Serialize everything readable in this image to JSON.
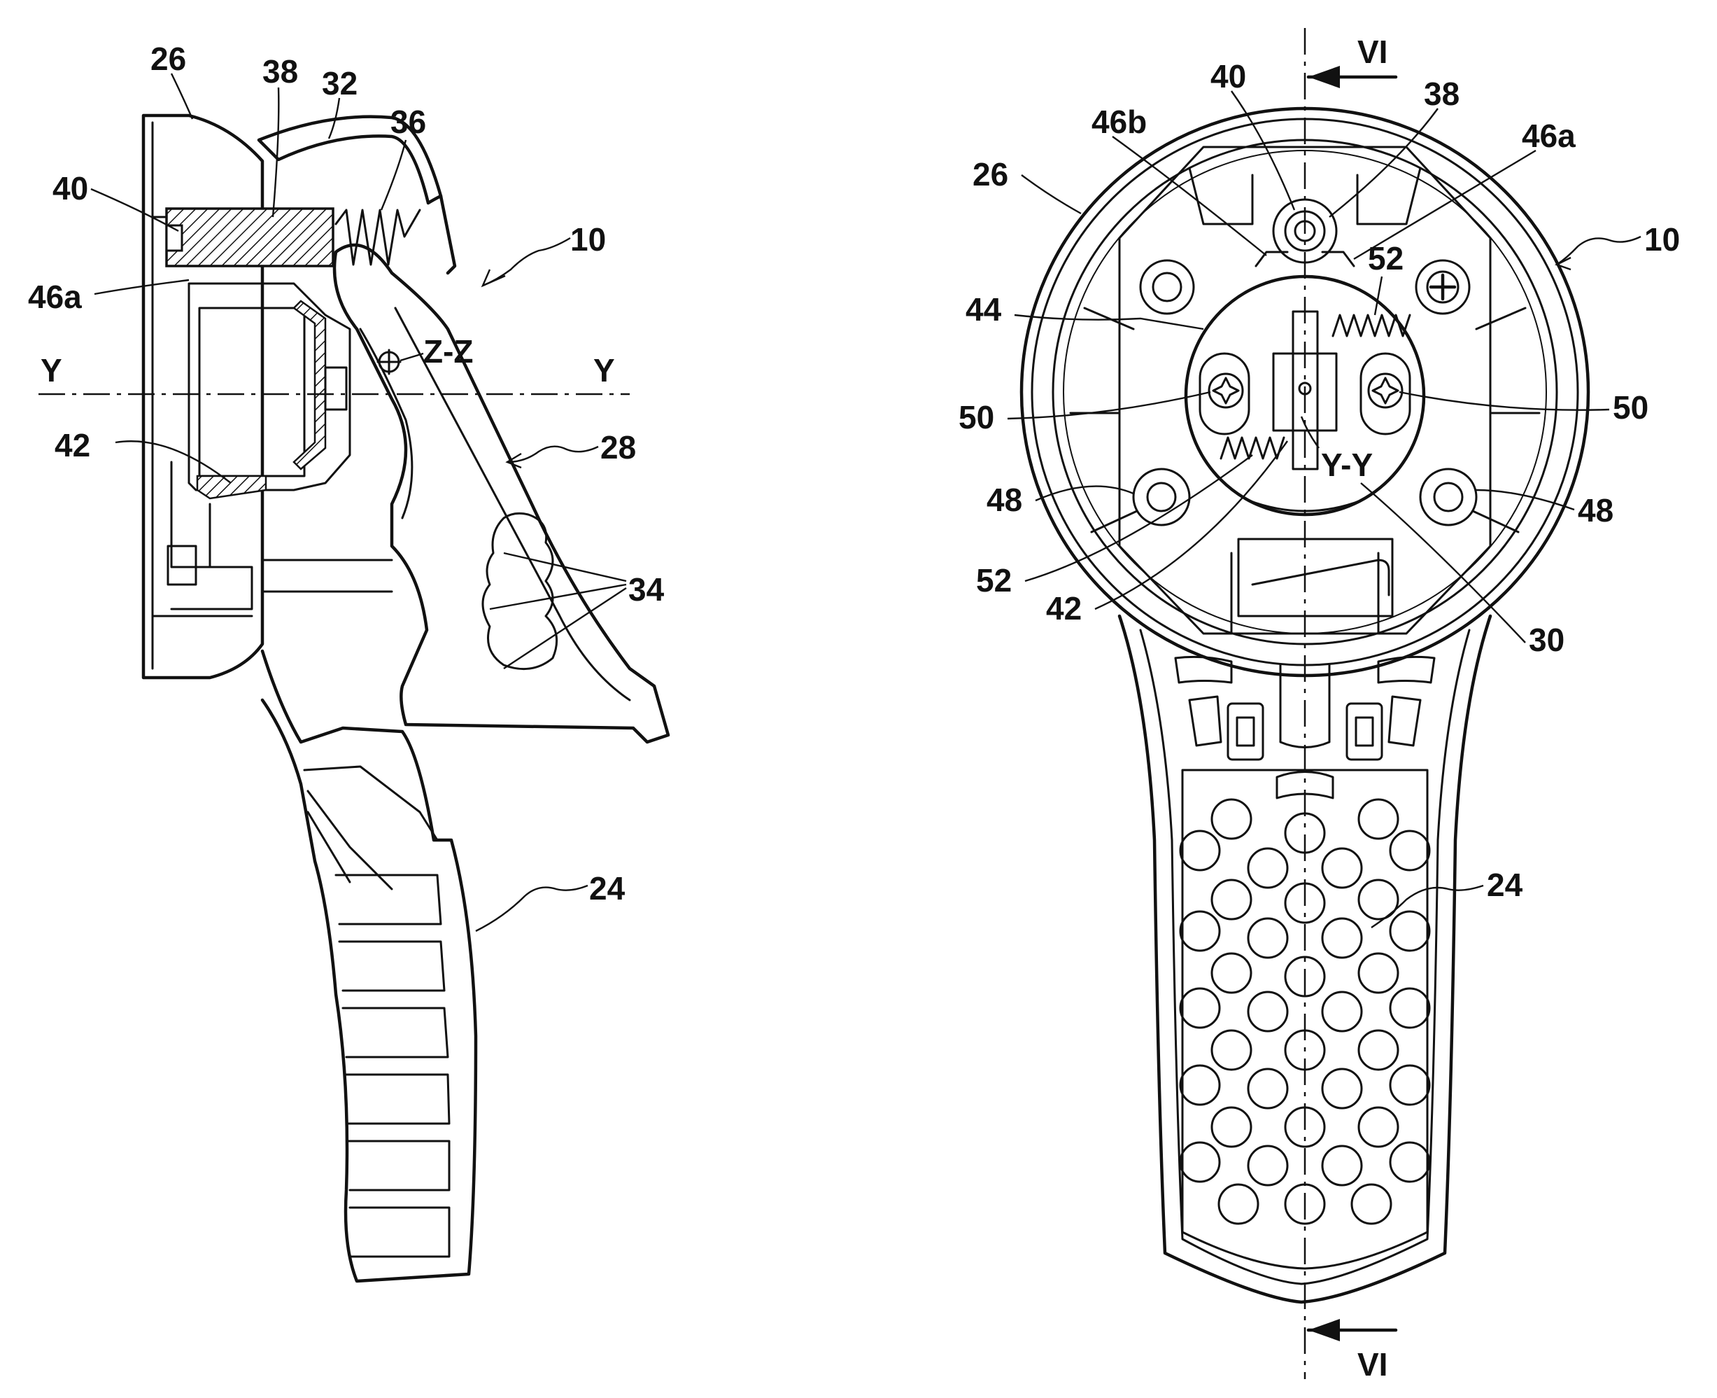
{
  "left_view": {
    "labels": {
      "l26": "26",
      "l38": "38",
      "l32": "32",
      "l36": "36",
      "l40": "40",
      "l10": "10",
      "l46a": "46a",
      "lzz": "Z-Z",
      "ly_left": "Y",
      "ly_right": "Y",
      "l42": "42",
      "l28": "28",
      "l34": "34",
      "l24": "24"
    }
  },
  "right_view": {
    "labels": {
      "lvi_top": "VI",
      "l40": "40",
      "l38": "38",
      "l46b": "46b",
      "l46a": "46a",
      "l26": "26",
      "l10": "10",
      "l52_top": "52",
      "l44": "44",
      "l50_left": "50",
      "l50_right": "50",
      "lyy": "Y-Y",
      "l48_left": "48",
      "l48_right": "48",
      "l52_bottom": "52",
      "l42": "42",
      "l30": "30",
      "l24": "24",
      "lvi_bottom": "VI"
    }
  }
}
